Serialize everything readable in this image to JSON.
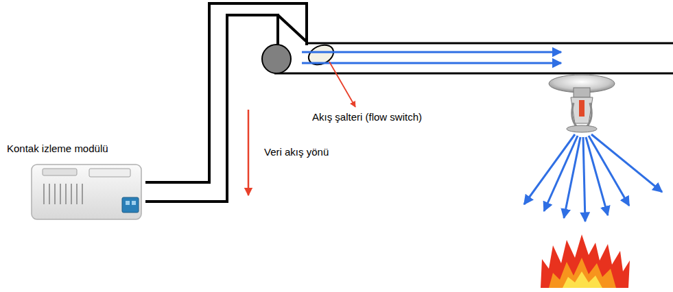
{
  "diagram": {
    "nodes": [
      {
        "text": [
          "Kontak izleme modülü"
        ]
      }
    ],
    "labels": [
      "Akış şalteri (flow switch)",
      "Veri akış yönü"
    ]
  }
}
